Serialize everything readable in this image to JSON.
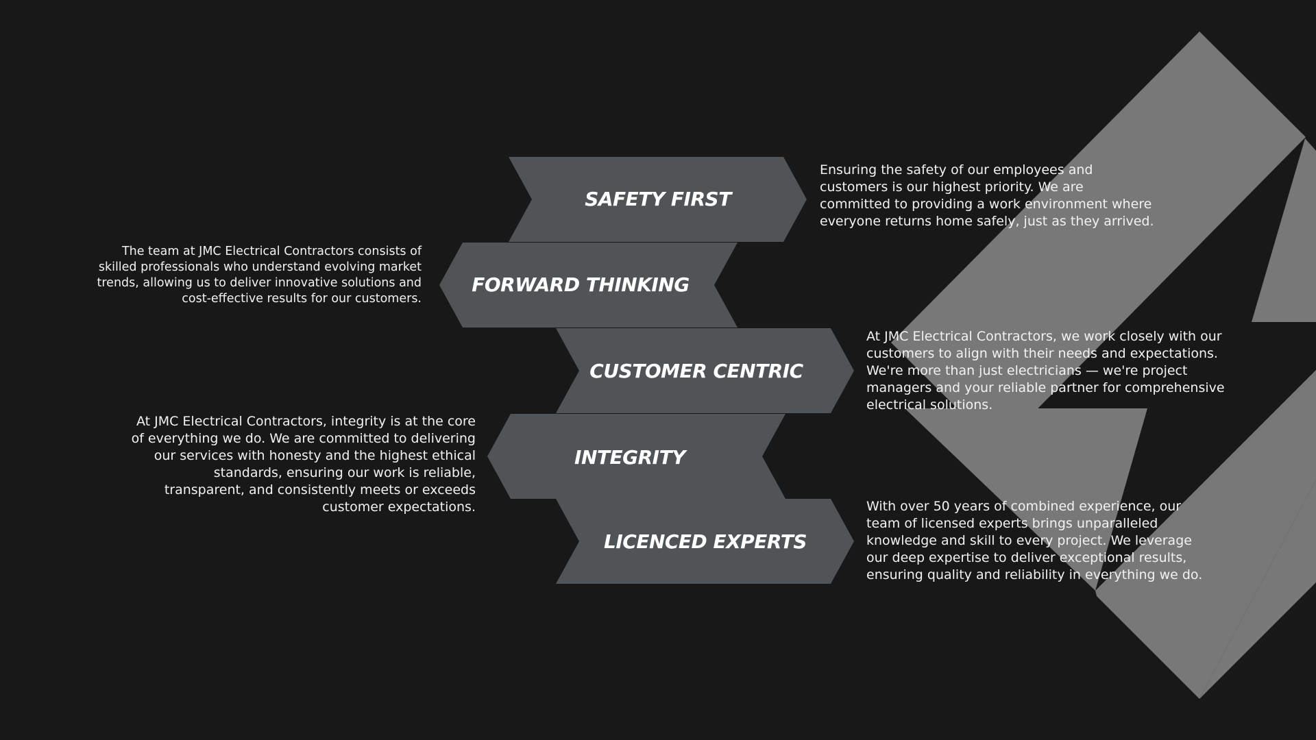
{
  "colors": {
    "background": "#181818",
    "chevron_fill": "#505457",
    "logo_fill": "#787878",
    "text": "#f2f2f2"
  },
  "values": [
    {
      "label": "SAFETY FIRST",
      "description": "Ensuring the safety of our employees and customers is our highest priority. We are committed to providing a work environment where everyone returns home safely, just as they arrived."
    },
    {
      "label": "FORWARD THINKING",
      "description": "The team at JMC Electrical Contractors consists of skilled professionals who understand evolving market trends, allowing us to deliver innovative solutions and cost-effective results for our customers."
    },
    {
      "label": "CUSTOMER CENTRIC",
      "description": "At JMC Electrical Contractors, we work closely with our customers to align with their needs and expectations. We're more than just electricians — we're project managers and your reliable partner for comprehensive electrical solutions."
    },
    {
      "label": "INTEGRITY",
      "description": "At JMC Electrical Contractors, integrity is at the core of everything we do. We are committed to delivering our services with honesty and the highest ethical standards, ensuring our work is reliable, transparent, and consistently meets or exceeds customer expectations."
    },
    {
      "label": "LICENCED EXPERTS",
      "description": "With over 50 years of combined experience, our team of licensed experts brings unparalleled knowledge and skill to every project. We leverage our deep expertise to deliver exceptional results, ensuring quality and reliability in everything we do."
    }
  ]
}
